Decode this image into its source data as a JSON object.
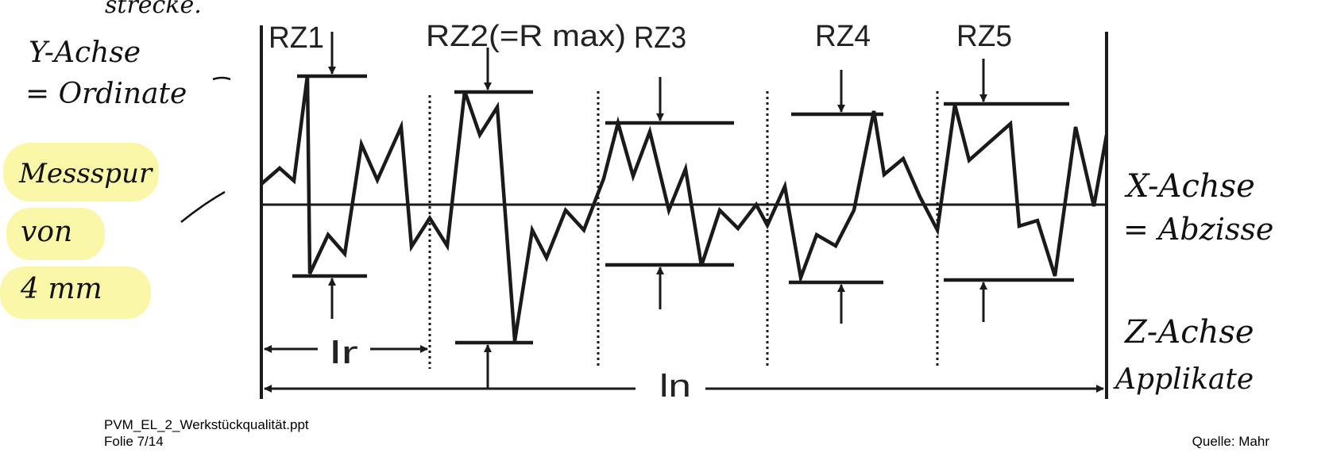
{
  "diagram": {
    "labels": {
      "rz1": "RZ1",
      "rz2": "RZ2(=R max)",
      "rz3": "RZ3",
      "rz4": "RZ4",
      "rz5": "RZ5",
      "lr": "lr",
      "ln": "ln"
    },
    "colors": {
      "stroke": "#1a1a1a",
      "highlight": "#fbf7a8"
    }
  },
  "annotations": {
    "top_cut_text": "strecke.",
    "y_axis_1": "Y-Achse",
    "y_axis_2": "= Ordinate",
    "highlight_1": "Messspur",
    "highlight_2": "von",
    "highlight_3": "4 mm",
    "x_axis_1": "X-Achse",
    "x_axis_2": "= Abzisse",
    "z_axis_1": "Z-Achse",
    "z_axis_2": "Applikate"
  },
  "footer": {
    "file": "PVM_EL_2_Werkstückqualität.ppt",
    "slide": "Folie 7/14",
    "source": "Quelle: Mahr"
  }
}
